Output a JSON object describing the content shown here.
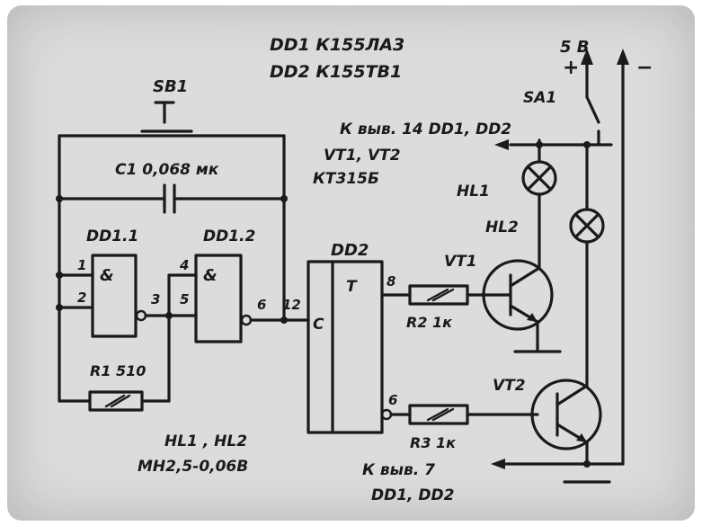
{
  "header": {
    "line1": "DD1  К155ЛА3",
    "line2": "DD2  К155ТВ1"
  },
  "supply": {
    "voltage": "5 В",
    "plus": "+",
    "minus": "−"
  },
  "labels": {
    "sb1": "SB1",
    "sa1": "SA1",
    "c1": "C1 0,068 мк",
    "dd1_1": "DD1.1",
    "dd1_2": "DD1.2",
    "dd2": "DD2",
    "amp1": "&",
    "amp2": "&",
    "t": "T",
    "c": "C",
    "r1": "R1  510",
    "r2": "R2  1к",
    "r3": "R3  1к",
    "vt1": "VT1",
    "vt2": "VT2",
    "hl1": "HL1",
    "hl2": "HL2",
    "k_vyv14": "К выв. 14  DD1, DD2",
    "vt_types_1": "VT1, VT2",
    "vt_types_2": "КТ315Б",
    "lamp_types_1": "HL1 , HL2",
    "lamp_types_2": "МН2,5-0,06В",
    "k_vyv7_1": "К выв. 7",
    "k_vyv7_2": "DD1, DD2"
  },
  "pins": {
    "p1": "1",
    "p2": "2",
    "p3": "3",
    "p4": "4",
    "p5": "5",
    "p6a": "6",
    "p12": "12",
    "p8": "8",
    "p6b": "6"
  }
}
